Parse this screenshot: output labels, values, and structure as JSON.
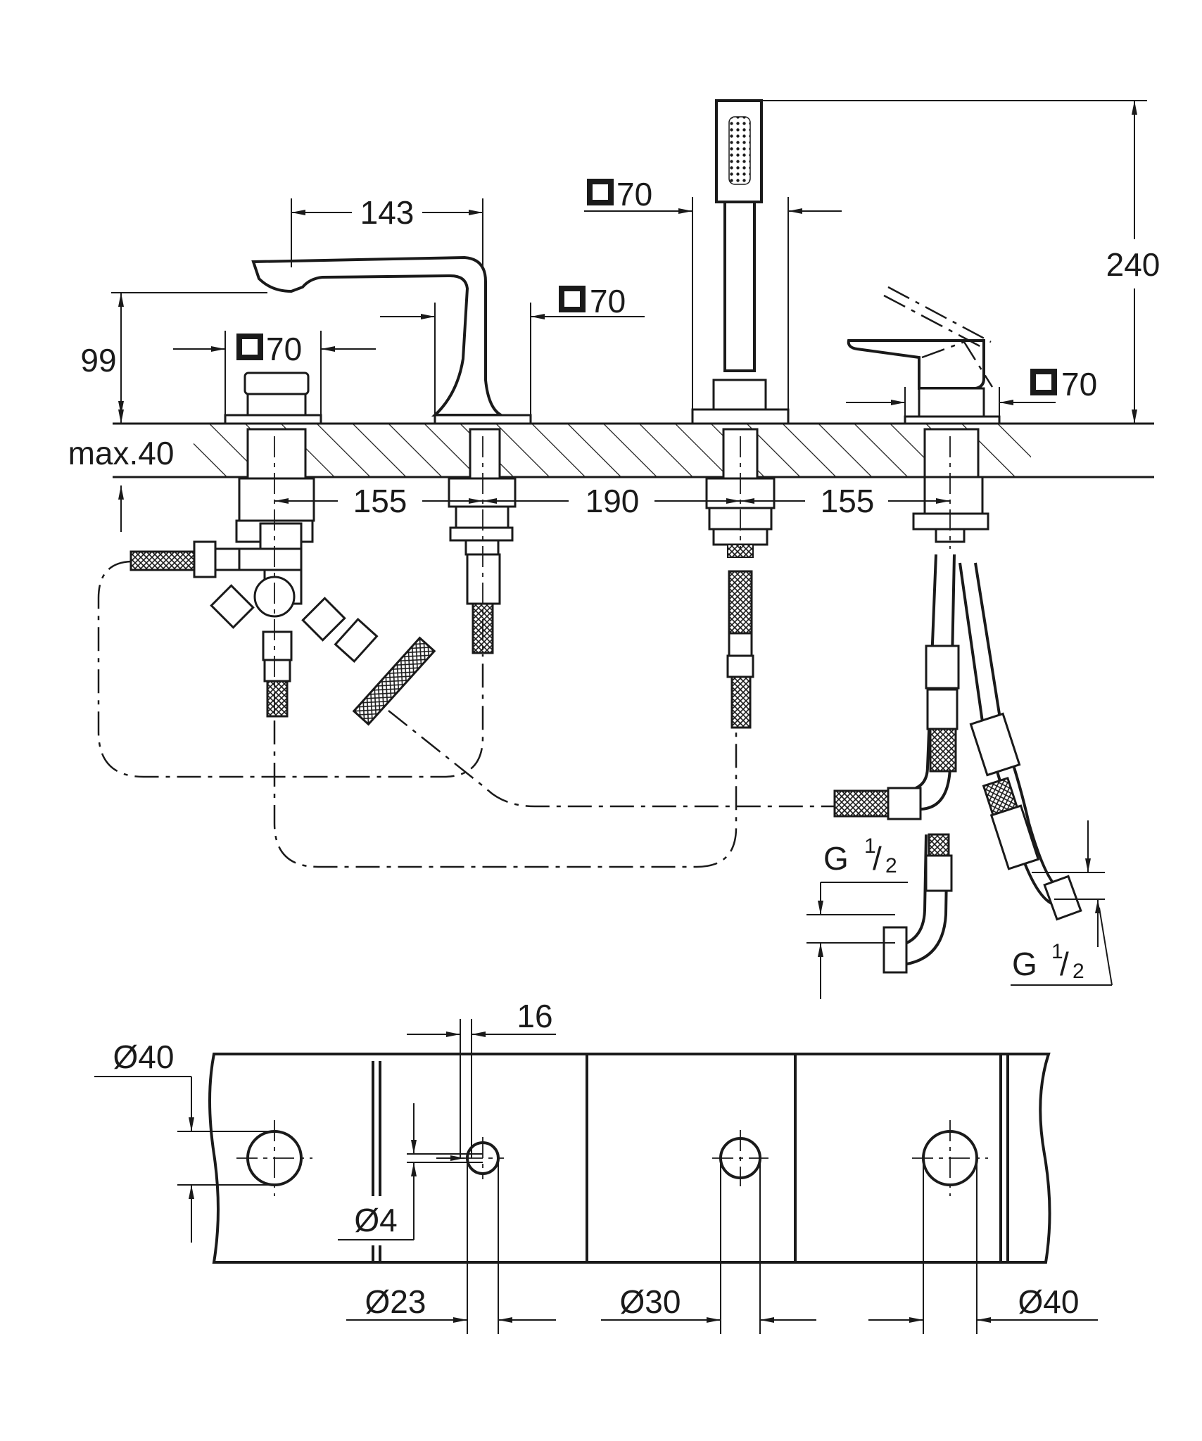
{
  "labels": {
    "dim_143": "143",
    "dim_99": "99",
    "dim_240": "240",
    "dim_max40": "max.40",
    "dim_155_left": "155",
    "dim_190": "190",
    "dim_155_right": "155",
    "sq70_a": "70",
    "sq70_b": "70",
    "sq70_c": "70",
    "sq70_d": "70",
    "g_left_main": "G",
    "g_left_num": "1",
    "g_left_den": "2",
    "g_right_main": "G",
    "g_right_num": "1",
    "g_right_den": "2",
    "dim_16": "16",
    "dia40_left": "Ø40",
    "dia4": "Ø4",
    "dia23": "Ø23",
    "dia30": "Ø30",
    "dia40_right": "Ø40"
  },
  "icons": [
    "square-section-symbol",
    "diameter-symbol",
    "dimension-arrow",
    "knurled-hose",
    "hatch-mounting-surface"
  ]
}
